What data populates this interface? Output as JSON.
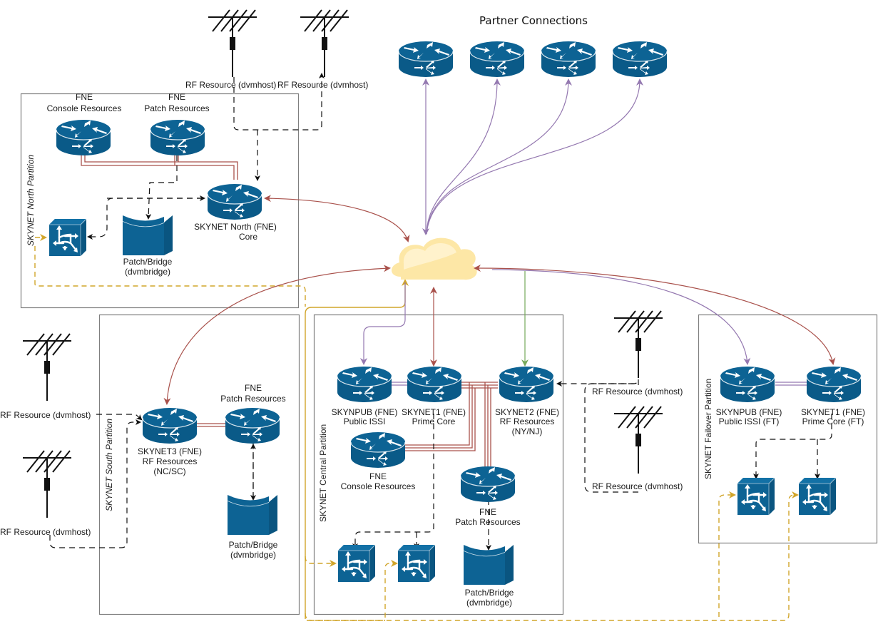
{
  "title": "Partner Connections",
  "colors": {
    "device": "#0d6394",
    "device_dark": "#0a5580",
    "trunk": "#a9514b",
    "issi": "#9478b0",
    "green": "#76a95a",
    "gold": "#d1a52a",
    "cloud": "#fde7a6",
    "cloud_light": "#fff2cc",
    "partition_border": "#7f7f7f"
  },
  "partitions": [
    {
      "id": "north",
      "label": "SKYNET North Partition",
      "italic": true
    },
    {
      "id": "south",
      "label": "SKYNET South Partition",
      "italic": true
    },
    {
      "id": "central",
      "label": "SKYNET Central Partition",
      "italic": false
    },
    {
      "id": "failover",
      "label": "SKYNET Failover Partition",
      "italic": false
    }
  ],
  "partners": [
    {
      "id": "partner-1",
      "label": ""
    },
    {
      "id": "partner-2",
      "label": ""
    },
    {
      "id": "partner-3",
      "label": ""
    },
    {
      "id": "partner-4",
      "label": ""
    }
  ],
  "nodes": {
    "north_console": {
      "line1": "FNE",
      "line2": "Console Resources"
    },
    "north_patch": {
      "line1": "FNE",
      "line2": "Patch Resources"
    },
    "north_core": {
      "line1": "SKYNET North (FNE)",
      "line2": "Core"
    },
    "north_bridge": {
      "line1": "Patch/Bridge",
      "line2": "(dvmbridge)"
    },
    "south_core": {
      "line1": "SKYNET3 (FNE)",
      "line2": "RF Resources",
      "line3": "(NC/SC)"
    },
    "south_patch": {
      "line1": "FNE",
      "line2": "Patch Resources"
    },
    "south_bridge": {
      "line1": "Patch/Bridge",
      "line2": "(dvmbridge)"
    },
    "central_pub": {
      "line1": "SKYNPUB (FNE)",
      "line2": "Public ISSI"
    },
    "central_prime": {
      "line1": "SKYNET1 (FNE)",
      "line2": "Prime Core"
    },
    "central_rf": {
      "line1": "SKYNET2 (FNE)",
      "line2": "RF Resources",
      "line3": "(NY/NJ)"
    },
    "central_console": {
      "line1": "FNE",
      "line2": "Console Resources"
    },
    "central_patch": {
      "line1": "FNE",
      "line2": "Patch Resources"
    },
    "central_bridge": {
      "line1": "Patch/Bridge",
      "line2": "(dvmbridge)"
    },
    "failover_pub": {
      "line1": "SKYNPUB (FNE)",
      "line2": "Public ISSI (FT)"
    },
    "failover_prime": {
      "line1": "SKYNET1 (FNE)",
      "line2": "Prime Core (FT)"
    }
  },
  "rf_resources": {
    "north_1": "RF Resource (dvmhost)",
    "north_2": "RF Resource (dvmhost)",
    "south_1": "RF Resource (dvmhost)",
    "south_2": "RF Resource (dvmhost)",
    "central_1": "RF Resource (dvmhost)",
    "central_2": "RF Resource (dvmhost)"
  }
}
